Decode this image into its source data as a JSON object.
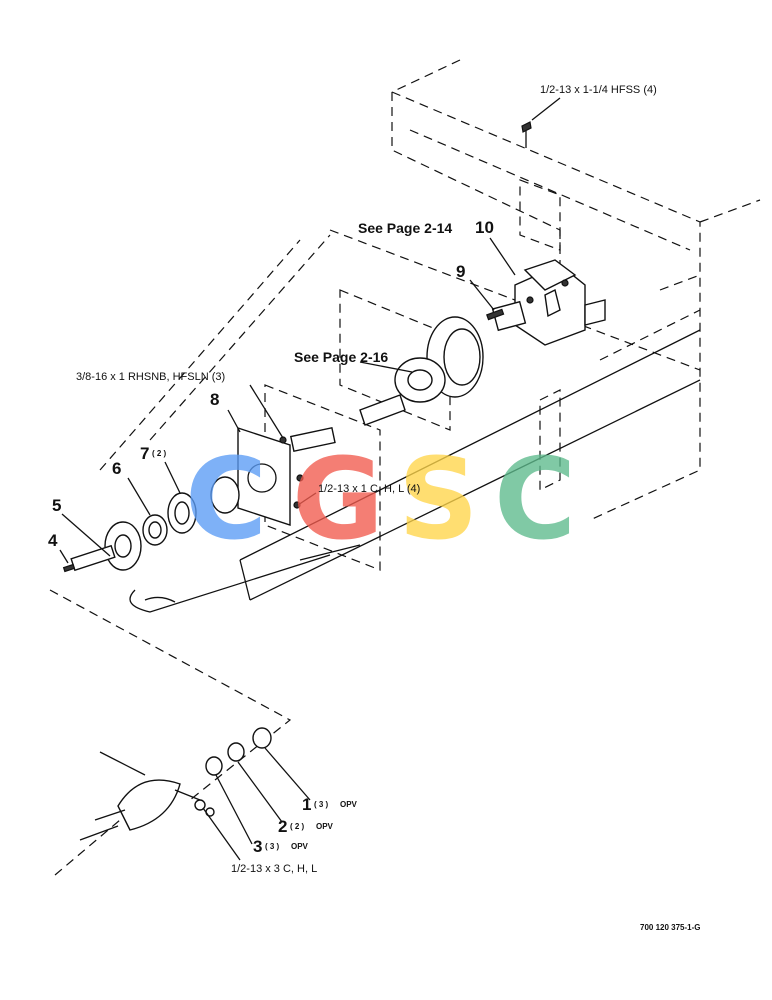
{
  "colors": {
    "watermark_c1": "#5b9cf5",
    "watermark_g": "#f15b4e",
    "watermark_s": "#ffd54a",
    "watermark_c2": "#5dba8c",
    "line": "#111111"
  },
  "watermark": {
    "l1": "C",
    "l2": "G",
    "l3": "S",
    "l4": "C"
  },
  "references": {
    "page_2_14": "See Page 2-14",
    "page_2_16": "See Page 2-16"
  },
  "callouts": {
    "hfss": "1/2-13 x 1-1/4 HFSS (4)",
    "rhsnb": "3/8-16 x 1 RHSNB, HFSLN (3)",
    "chl4": "1/2-13 x 1 C, H, L (4)",
    "chl3": "1/2-13 x 3 C, H, L"
  },
  "parts": [
    {
      "id": "1",
      "qty": "( 3 )",
      "note": "OPV"
    },
    {
      "id": "2",
      "qty": "( 2 )",
      "note": "OPV"
    },
    {
      "id": "3",
      "qty": "( 3 )",
      "note": "OPV"
    },
    {
      "id": "4"
    },
    {
      "id": "5"
    },
    {
      "id": "6"
    },
    {
      "id": "7",
      "qty": "( 2 )"
    },
    {
      "id": "8"
    },
    {
      "id": "9"
    },
    {
      "id": "10"
    }
  ],
  "figure_id": "700 120 375-1-G"
}
